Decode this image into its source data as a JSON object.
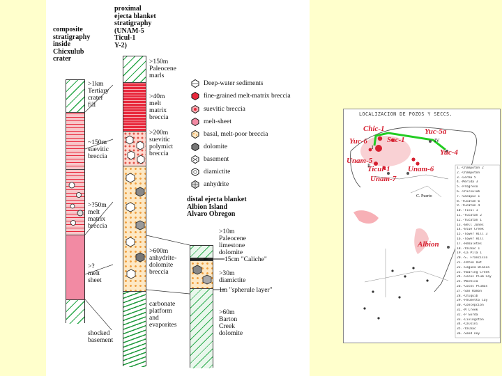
{
  "colors": {
    "background": "#ffffcc",
    "green": "#29a84a",
    "red": "#e8283c",
    "pink": "#f28aa3",
    "orange": "#f0a040",
    "map_label": "#d62030",
    "traverse": "#22cc22"
  },
  "column1": {
    "title": "composite\nstratigraphy\ninside\nChicxulub\ncrater",
    "units": [
      {
        "label": ">1km\nTertiary\ncrater\nfill"
      },
      {
        "label": "~150m\nsuevitic\nbreccia"
      },
      {
        "label": ">?50m\nmelt\nmatrix\nbreccia"
      },
      {
        "label": ">?\nmelt\nsheet"
      },
      {
        "label": "shocked\nbasement"
      }
    ]
  },
  "column2": {
    "title": "proximal\nejecta blanket\nstratigraphy\n(UNAM-5\nTicul-1\nY-2)",
    "units": [
      {
        "label": ">150m\nPaleocene\nmarls"
      },
      {
        "label": ">40m\nmelt\nmatrix\nbreccia"
      },
      {
        "label": ">200m\nsuevitic\npolymict\nbreccia"
      },
      {
        "label": ">600m\nanhydrite-\ndolomite\nbreccia"
      },
      {
        "label": "carbonate\nplatform\nand\nevaporites"
      }
    ]
  },
  "legend": [
    {
      "label": "Deep-water sediments",
      "icon": "deep-water-hexagon"
    },
    {
      "label": "fine-grained melt-matrix breccia",
      "icon": "melt-matrix-hexagon"
    },
    {
      "label": "suevitic breccia",
      "icon": "suevitic-hexagon"
    },
    {
      "label": "melt-sheet",
      "icon": "melt-sheet-hexagon"
    },
    {
      "label": "basal, melt-poor breccia",
      "icon": "basal-breccia-hexagon"
    },
    {
      "label": "dolomite",
      "icon": "dolomite-hexagon"
    },
    {
      "label": "basement",
      "icon": "basement-hexagon"
    },
    {
      "label": "diamictite",
      "icon": "diamictite-hexagon"
    },
    {
      "label": "anhydrite",
      "icon": "anhydrite-hexagon"
    }
  ],
  "column3": {
    "title": "distal ejecta blanket\nAlbion Island\nAlvaro Obregon",
    "units": [
      {
        "label": ">10m\nPaleocene\nlimestone\ndolomite"
      },
      {
        "label": "15cm \"Caliche\""
      },
      {
        "label": ">30m\ndiamictite"
      },
      {
        "label": "1m \"spherule layer\""
      },
      {
        "label": ">60m\nBarton\nCreek\ndolomite"
      }
    ]
  },
  "map": {
    "title": "LOCALIZACION DE POZOS Y SECCS.",
    "wells": [
      "Chic-1",
      "Yuc-6",
      "Sac-1",
      "Yuc-5a",
      "Yuc-4",
      "Unam-5",
      "Ticul-1",
      "Unam-6",
      "Unam-7",
      "Albion"
    ],
    "roman": [
      "I",
      "IV",
      "II"
    ],
    "place": "C. Puerto",
    "legend_items": [
      "1.-Champoton 2",
      "2.-Champoton",
      "3.-Lerma 5",
      "4.-Merida 3",
      "5.-Progreso",
      "6.-Chicxulub",
      "7.-Sacapuc 1",
      "8.-Yucatan 6",
      "9.-Yucatan 4",
      "10.-Ticul 1",
      "11.-Yucatan 2",
      "12.-Yucatan 1",
      "13.-Bell Jones",
      "14.-Blue Creek",
      "15.-Tower Hill 3",
      "16.-Tower Hill",
      "17.-Rebaletes",
      "18.-Yalbac 1",
      "19.-La Pila 1",
      "20.-S. Francisco",
      "21.-Peten Out",
      "22.-Laguna Blanca",
      "23.-Roaring Creek",
      "24.-Cocos Plum Cay",
      "25.-Mochica",
      "26.-Cocos Plumas",
      "27.-San Ramon",
      "28.-Chiquib",
      "29.-Palmetto Cay",
      "30.-Concepcion",
      "31.-M Creek",
      "32.-P Gorda",
      "33.-Livingston",
      "34.-Calkini",
      "35.-Yalbac",
      "36.-Sand ney"
    ]
  }
}
